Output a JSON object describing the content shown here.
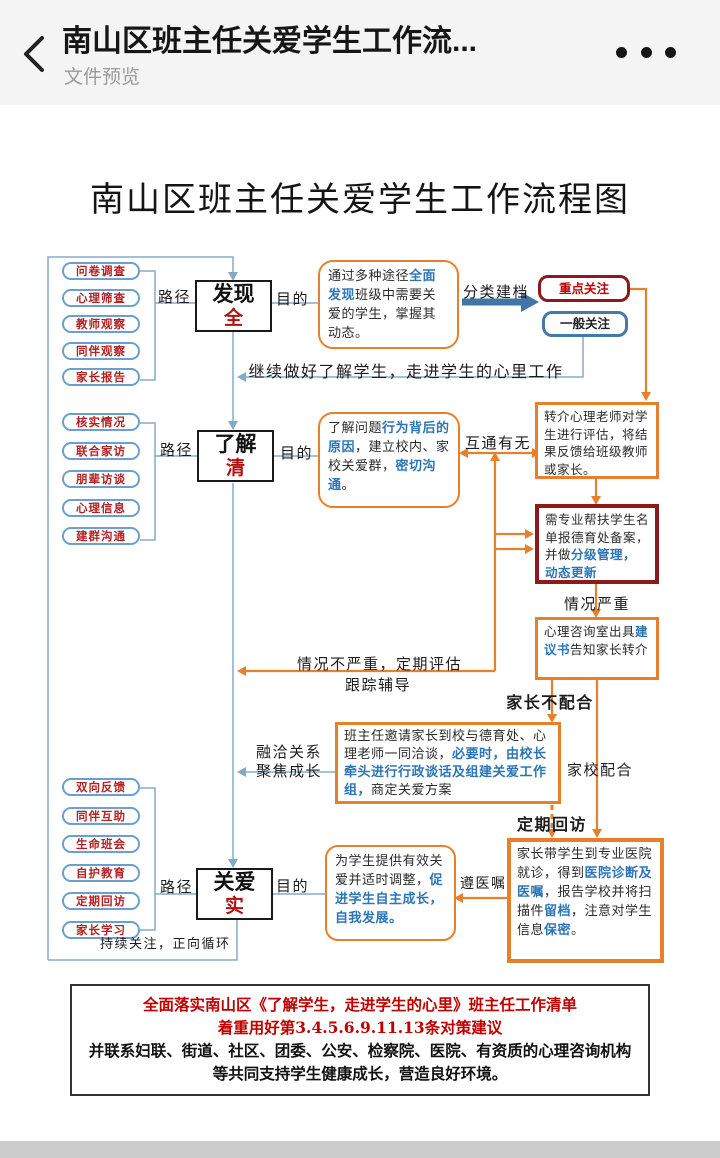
{
  "header": {
    "title": "南山区班主任关爱学生工作流...",
    "subtitle": "文件预览",
    "icons": {
      "back": "chevron-left-icon",
      "menu": "ellipsis-icon"
    }
  },
  "document": {
    "title": "南山区班主任关爱学生工作流程图",
    "path_label": "路径",
    "purpose_label": "目的",
    "stages": [
      {
        "name": "发现",
        "key": "全"
      },
      {
        "name": "了解",
        "key": "清"
      },
      {
        "name": "关爱",
        "key": "实"
      }
    ],
    "groups": {
      "discover": [
        "问卷调查",
        "心理筛查",
        "教师观察",
        "同伴观察",
        "家长报告"
      ],
      "understand": [
        "核实情况",
        "联合家访",
        "朋辈访谈",
        "心理信息",
        "建群沟通"
      ],
      "care": [
        "双向反馈",
        "同伴互助",
        "生命班会",
        "自护教育",
        "定期回访",
        "家长学习"
      ]
    },
    "badges": {
      "key_focus": "重点关注",
      "general_focus": "一般关注"
    },
    "callouts": {
      "discover_goal": [
        {
          "t": "通过多种途径",
          "c": "k"
        },
        {
          "t": "全面发现",
          "c": "b"
        },
        {
          "t": "班级中需要关爱的学生，掌握其动态。",
          "c": "k"
        }
      ],
      "understand_goal": [
        {
          "t": "了解问题",
          "c": "k"
        },
        {
          "t": "行为背后的原因",
          "c": "b"
        },
        {
          "t": "，建立校内、家校关爱群，",
          "c": "k"
        },
        {
          "t": "密切沟通",
          "c": "b"
        },
        {
          "t": "。",
          "c": "k"
        }
      ],
      "care_goal": [
        {
          "t": "为学生提供有效关爱并适时调整，",
          "c": "k"
        },
        {
          "t": "促进学生自主成长，自我发展。",
          "c": "b"
        }
      ],
      "refer": [
        {
          "t": "转介心理老师对学生进行评估，将结果反馈给班级教师或家长。",
          "c": "k"
        }
      ],
      "filing": [
        {
          "t": "需专业帮扶学生名单报德育处备案，并做",
          "c": "k"
        },
        {
          "t": "分级管理，动态更新",
          "c": "b"
        }
      ],
      "counsel": [
        {
          "t": "心理咨询室出具",
          "c": "k"
        },
        {
          "t": "建议书",
          "c": "b"
        },
        {
          "t": "告知家长转介",
          "c": "k"
        }
      ],
      "invite": [
        {
          "t": "班主任邀请家长到校与德育处、心理老师一同洽谈，",
          "c": "k"
        },
        {
          "t": "必要时，由校长牵头进行行政谈话及组建关爱工作组，",
          "c": "b"
        },
        {
          "t": "商定关爱方案",
          "c": "k"
        }
      ],
      "hospital": [
        {
          "t": "家长带学生到专业医院就诊，得到",
          "c": "k"
        },
        {
          "t": "医院诊断及医嘱",
          "c": "b"
        },
        {
          "t": "，报告学校并将扫描件",
          "c": "k"
        },
        {
          "t": "留档",
          "c": "b"
        },
        {
          "t": "，注意对学生信息",
          "c": "k"
        },
        {
          "t": "保密",
          "c": "b"
        },
        {
          "t": "。",
          "c": "k"
        }
      ]
    },
    "edge_labels": {
      "classify": "分类建档",
      "continue": "继续做好了解学生，走进学生的心里工作",
      "exchange": "互通有无",
      "severe": "情况严重",
      "not_severe_1": "情况不严重，定期评估",
      "not_severe_2": "跟踪辅导",
      "parent_uncoop": "家长不配合",
      "parent_coop": "家校配合",
      "harmony_1": "融洽关系",
      "harmony_2": "聚焦成长",
      "revisit": "定期回访",
      "follow_advice": "遵医嘱",
      "loop": "持续关注，正向循环"
    },
    "summary": {
      "line1": "全面落实南山区《了解学生，走进学生的心里》班主任工作清单",
      "line2": "着重用好第3.4.5.6.9.11.13条对策建议",
      "line3": "并联系妇联、街道、社区、团委、公安、检察院、医院、有资质的心理咨询机构等共同支持学生健康成长，营造良好环境。"
    },
    "colors": {
      "orange": "#e8802b",
      "blue_line": "#85aac8",
      "steel_blue": "#4679a8",
      "dark_red": "#8c1a1a",
      "red_text": "#b01111",
      "blue_text": "#2e75b6"
    }
  }
}
